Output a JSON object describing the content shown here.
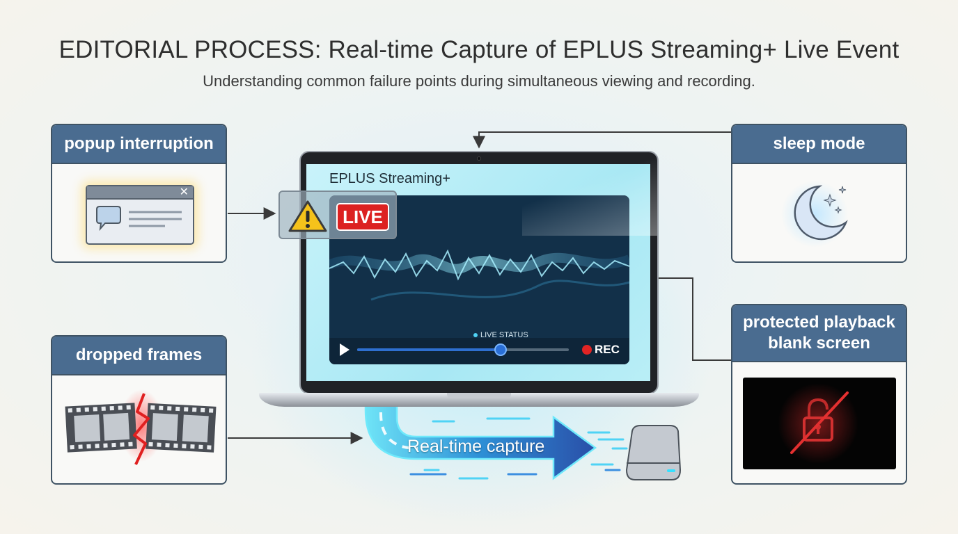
{
  "header": {
    "title": "EDITORIAL PROCESS: Real-time Capture of EPLUS Streaming+ Live Event",
    "subtitle": "Understanding common failure points during simultaneous viewing and recording."
  },
  "failure_points": {
    "popup": {
      "label": "popup interruption",
      "icon": "popup-window-icon"
    },
    "sleep": {
      "label": "sleep mode",
      "icon": "moon-icon"
    },
    "frames": {
      "label": "dropped frames",
      "icon": "broken-film-strip-icon"
    },
    "protected": {
      "label": "protected playback blank screen",
      "icon": "crossed-lock-icon"
    }
  },
  "player": {
    "app_name": "EPLUS Streaming+",
    "live_badge": "LIVE",
    "status_label": "LIVE STATUS",
    "rec_label": "REC",
    "progress": 0.68
  },
  "capture": {
    "label": "Real-time capture",
    "target_icon": "external-drive-icon"
  },
  "colors": {
    "card_header": "#4a6c90",
    "live_red": "#dc2121",
    "capture_blue": "#2f6fc7",
    "accent_cyan": "#41d8f5"
  }
}
